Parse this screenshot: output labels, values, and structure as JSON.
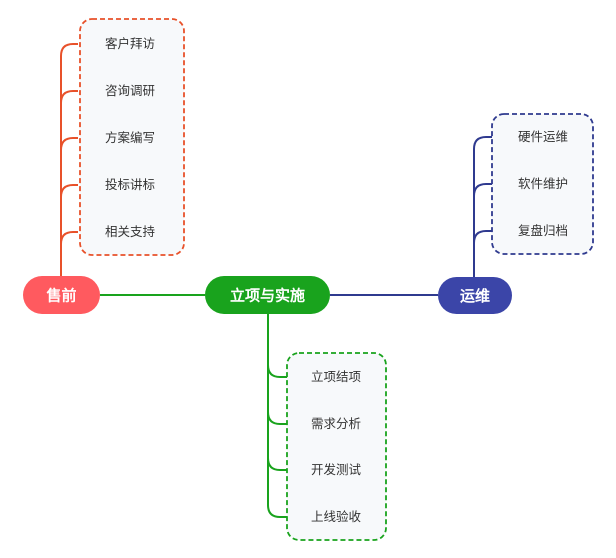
{
  "colors": {
    "presales": "#e8512a",
    "presales_node": "#ff5a5f",
    "project": "#19a31d",
    "ops": "#2f3a8f",
    "ops_node": "#3b45a8",
    "group_bg": "#f7f9fb",
    "item_text": "#333333"
  },
  "center": {
    "label": "立项与实施"
  },
  "branches": {
    "presales": {
      "label": "售前",
      "items": [
        "客户拜访",
        "咨询调研",
        "方案编写",
        "投标讲标",
        "相关支持"
      ]
    },
    "project": {
      "label": "立项与实施",
      "items": [
        "立项结项",
        "需求分析",
        "开发测试",
        "上线验收"
      ]
    },
    "ops": {
      "label": "运维",
      "items": [
        "硬件运维",
        "软件维护",
        "复盘归档"
      ]
    }
  }
}
